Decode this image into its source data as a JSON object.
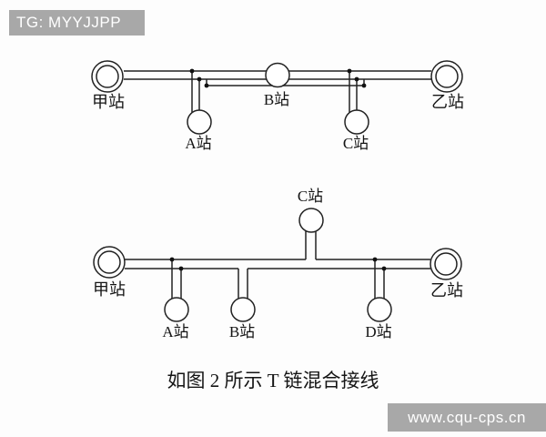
{
  "watermarks": {
    "top_left": "TG: MYYJJPP",
    "bottom_right": "www.cqu-cps.cn"
  },
  "caption": "如图 2 所示 T 链混合接线",
  "colors": {
    "line": "#222222",
    "label": "#151515",
    "watermark_bg": "#a8a8a8",
    "watermark_text": "#ffffff",
    "background": "#fdfdfd"
  },
  "diagram_top": {
    "description": "双线链路 甲站—B站—乙站，B站 串在链路中间，A站 与 C站 经带节点的 T 接抽头挂在链路下方并由下部连线相连",
    "stations": {
      "jia": "甲站",
      "b": "B站",
      "yi": "乙站",
      "a": "A站",
      "c": "C站"
    }
  },
  "diagram_bottom": {
    "description": "双线链路 甲站—乙站，B站 串接于下线，C站 串接于上线且画在链路上方，A站 与 D站 经带节点的 T 接抽头挂在链路下方",
    "stations": {
      "jia": "甲站",
      "a": "A站",
      "b": "B站",
      "c": "C站",
      "d": "D站",
      "yi": "乙站"
    }
  }
}
